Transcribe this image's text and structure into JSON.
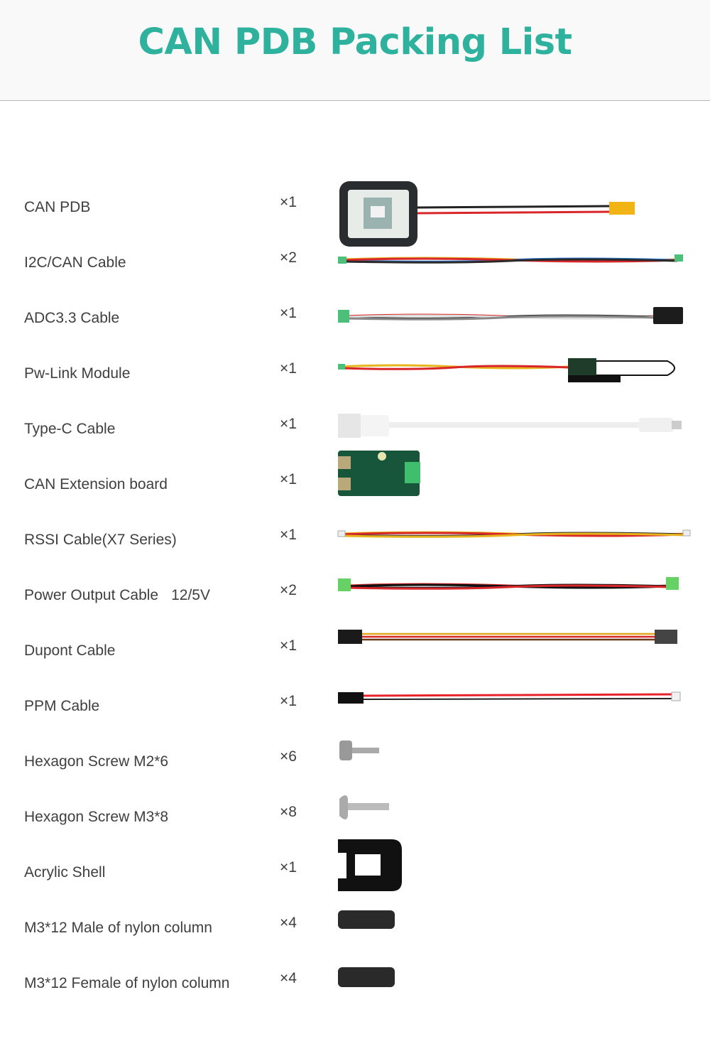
{
  "title": "CAN PDB Packing List",
  "items": [
    {
      "name": "CAN PDB",
      "sub": "",
      "qty": "×1",
      "icon": "pdb-board-image"
    },
    {
      "name": "I2C/CAN Cable",
      "sub": "",
      "qty": "×2",
      "icon": "i2c-can-cable-image"
    },
    {
      "name": "ADC3.3 Cable",
      "sub": "",
      "qty": "×1",
      "icon": "adc-cable-image"
    },
    {
      "name": "Pw-Link Module",
      "sub": "",
      "qty": "×1",
      "icon": "pw-link-module-image"
    },
    {
      "name": "Type-C Cable",
      "sub": "",
      "qty": "×1",
      "icon": "type-c-cable-image"
    },
    {
      "name": "CAN Extension board",
      "sub": "",
      "qty": "×1",
      "icon": "can-extension-board-image"
    },
    {
      "name": "RSSI Cable(X7 Series)",
      "sub": "",
      "qty": "×1",
      "icon": "rssi-cable-image"
    },
    {
      "name": "Power Output Cable",
      "sub": "12/5V",
      "qty": "×2",
      "icon": "power-output-cable-image"
    },
    {
      "name": "Dupont Cable",
      "sub": "",
      "qty": "×1",
      "icon": "dupont-cable-image"
    },
    {
      "name": "PPM Cable",
      "sub": "",
      "qty": "×1",
      "icon": "ppm-cable-image"
    },
    {
      "name": "Hexagon Screw M2*6",
      "sub": "",
      "qty": "×6",
      "icon": "screw-m2-image"
    },
    {
      "name": "Hexagon Screw M3*8",
      "sub": "",
      "qty": "×8",
      "icon": "screw-m3-image"
    },
    {
      "name": "Acrylic Shell",
      "sub": "",
      "qty": "×1",
      "icon": "acrylic-shell-image"
    },
    {
      "name": "M3*12 Male of nylon column",
      "sub": "",
      "qty": "×4",
      "icon": "male-nylon-column-image"
    },
    {
      "name": "M3*12 Female of nylon column",
      "sub": "",
      "qty": "×4",
      "icon": "female-nylon-column-image"
    }
  ],
  "colors": {
    "title": "#2fb29d",
    "text": "#3f3f3f",
    "header_bg": "#f9f9f9"
  }
}
